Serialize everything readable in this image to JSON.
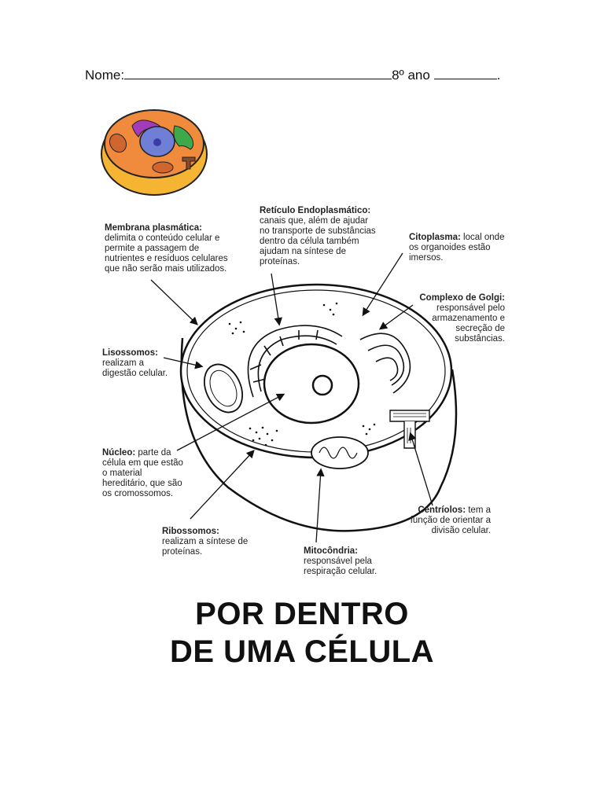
{
  "header": {
    "name_label": "Nome:",
    "grade_label": "8º ano",
    "end_mark": "."
  },
  "colors": {
    "cell_fill": "#f08a3c",
    "cell_rim": "#f5b431",
    "nucleus": "#6f7fd6",
    "nucleolus": "#3b3ba8",
    "er": "#a33cb8",
    "golgi": "#3fa84a",
    "mito": "#d0662e",
    "centriole": "#8a4b2a"
  },
  "labels": {
    "membrana": {
      "term": "Membrana plasmática:",
      "desc": "delimita o conteúdo celular e permite a passagem de nutrientes e resíduos celulares que não serão mais utilizados."
    },
    "reticulo": {
      "term": "Retículo Endoplasmático:",
      "desc": "canais que, além de ajudar no transporte de substâncias dentro da célula também ajudam na síntese de proteínas."
    },
    "citoplasma": {
      "term": "Citoplasma:",
      "desc": "local onde os organoides estão imersos."
    },
    "golgi": {
      "term": "Complexo de Golgi:",
      "desc": "responsável pelo armazenamento e secreção de substâncias."
    },
    "lisossomos": {
      "term": "Lisossomos:",
      "desc": "realizam a digestão celular."
    },
    "nucleo": {
      "term": "Núcleo:",
      "desc": "parte da célula em que estão o material hereditário, que são os cromossomos."
    },
    "ribossomos": {
      "term": "Ribossomos:",
      "desc": "realizam a síntese de proteínas."
    },
    "mitocondria": {
      "term": "Mitocôndria:",
      "desc": "responsável pela respiração celular."
    },
    "centriolos": {
      "term": "Centríolos:",
      "desc": "tem a função de orientar a divisão celular."
    }
  },
  "title": {
    "line1": "POR DENTRO",
    "line2": "DE UMA CÉLULA"
  }
}
